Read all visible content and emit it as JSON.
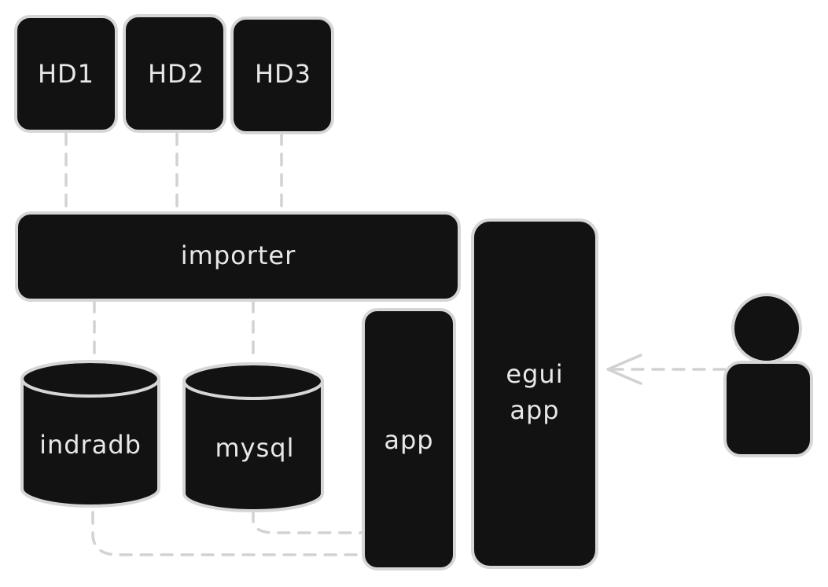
{
  "nodes": {
    "hd1": "HD1",
    "hd2": "HD2",
    "hd3": "HD3",
    "importer": "importer",
    "indradb": "indradb",
    "mysql": "mysql",
    "app": "app",
    "egui_line1": "egui",
    "egui_line2": "app"
  },
  "colors": {
    "node_fill": "#121212",
    "node_stroke": "#d6d6d6",
    "label_text": "#e8e8e8",
    "connector": "#d2d2d2",
    "background": "#ffffff"
  },
  "icons": {
    "user": "person-icon"
  }
}
